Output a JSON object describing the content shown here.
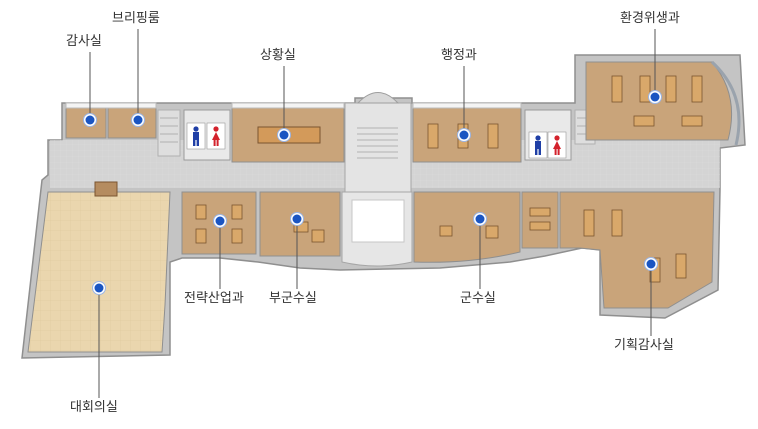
{
  "floor_plan": {
    "rooms": [
      {
        "id": "audit",
        "label": "감사실"
      },
      {
        "id": "briefing",
        "label": "브리핑룸"
      },
      {
        "id": "situation",
        "label": "상황실"
      },
      {
        "id": "administration",
        "label": "행정과"
      },
      {
        "id": "environmental-hygiene",
        "label": "환경위생과"
      },
      {
        "id": "strategic-industry",
        "label": "전략산업과"
      },
      {
        "id": "deputy-governor",
        "label": "부군수실"
      },
      {
        "id": "governor",
        "label": "군수실"
      },
      {
        "id": "planning-audit",
        "label": "기획감사실"
      },
      {
        "id": "conference-hall",
        "label": "대회의실"
      }
    ]
  },
  "colors": {
    "floor": "#c9a47a",
    "hall_floor": "#ead6ae",
    "corridor": "#e2e2e2",
    "wall": "#c4c4c4",
    "wall_dark": "#8f8f8f",
    "marker": "#1a55c2",
    "leader": "#555555",
    "male_sign": "#1f3fa6",
    "female_sign": "#d3222c"
  },
  "icons": [
    "location-marker-icon",
    "male-restroom-icon",
    "female-restroom-icon"
  ]
}
